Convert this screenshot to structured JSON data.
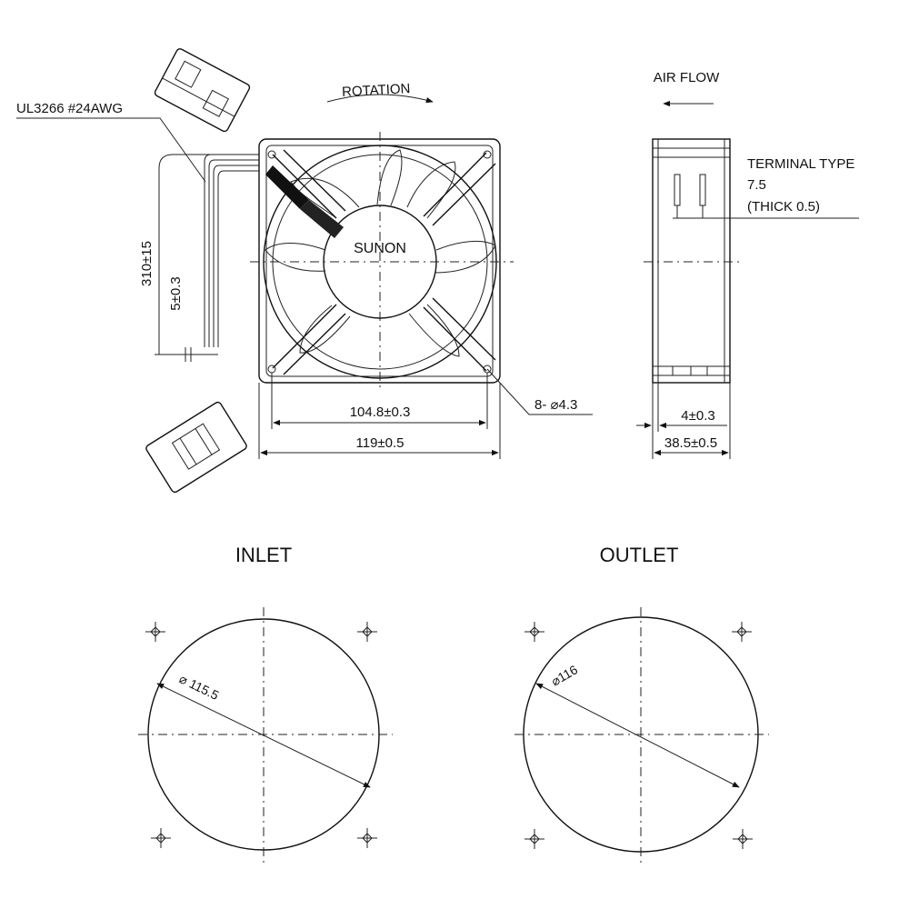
{
  "labels": {
    "cable": "UL3266 #24AWG",
    "rotation": "ROTATION",
    "air_flow": "AIR FLOW",
    "terminal_type": "TERMINAL TYPE",
    "terminal_size": "7.5",
    "terminal_thick": "(THICK 0.5)",
    "brand": "SUNON",
    "lead_length": "310±15",
    "strip_length": "5±0.3",
    "hole_spacing": "104.8±0.3",
    "frame_width": "119±0.5",
    "mount_holes": "8- ⌀4.3",
    "flange": "4±0.3",
    "depth": "38.5±0.5",
    "inlet": "INLET",
    "outlet": "OUTLET",
    "inlet_diameter": "⌀ 115.5",
    "outlet_diameter": "⌀116"
  }
}
